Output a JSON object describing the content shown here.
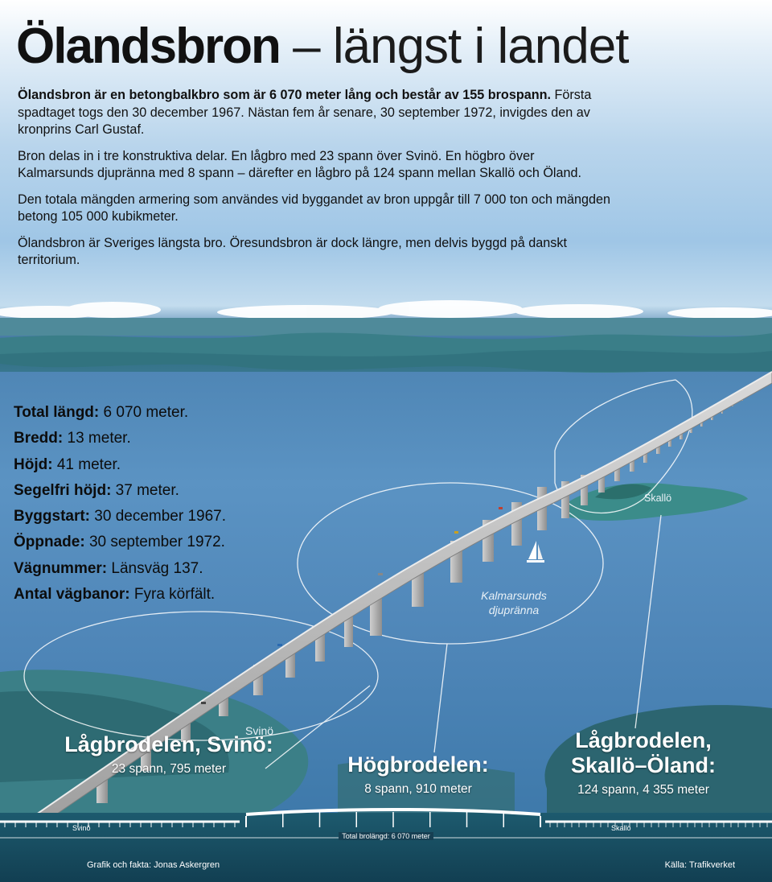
{
  "title": {
    "bold": "Ölandsbron",
    "rest": " – längst i landet"
  },
  "intro": {
    "p1_bold": "Ölandsbron är en betongbalkbro som är 6 070 meter lång och består av 155 brospann.",
    "p1_rest": " Första spadtaget togs den 30 december 1967. Nästan fem år senare, 30 september 1972, invigdes den av kronprins Carl Gustaf.",
    "p2": "Bron delas in i tre konstruktiva delar. En lågbro med 23 spann över Svinö. En högbro över Kalmarsunds djupränna med 8 spann – därefter en lågbro på 124 spann mellan Skallö och Öland.",
    "p3": "Den totala mängden armering som användes vid byggandet av bron uppgår till 7 000 ton och mängden betong 105 000 kubikmeter.",
    "p4": "Ölandsbron är Sveriges längsta bro. Öresundsbron är dock längre, men delvis byggd på danskt territorium."
  },
  "facts": [
    {
      "label": "Total längd:",
      "value": " 6 070 meter."
    },
    {
      "label": "Bredd:",
      "value": " 13 meter."
    },
    {
      "label": "Höjd:",
      "value": " 41 meter."
    },
    {
      "label": "Segelfri höjd:",
      "value": " 37 meter."
    },
    {
      "label": "Byggstart:",
      "value": " 30 december 1967."
    },
    {
      "label": "Öppnade:",
      "value": " 30 september 1972."
    },
    {
      "label": "Vägnummer:",
      "value": " Länsväg 137."
    },
    {
      "label": "Antal vägbanor:",
      "value": " Fyra körfält."
    }
  ],
  "map_labels": {
    "skallo": "Skallö",
    "kalmarsund": "Kalmarsunds djupränna",
    "svino": "Svinö"
  },
  "sections": [
    {
      "heading": "Lågbrodelen, Svinö:",
      "spans": "23 spann, 795 meter"
    },
    {
      "heading": "Högbrodelen:",
      "spans": "8 spann, 910 meter"
    },
    {
      "heading": "Lågbrodelen, Skallö–Öland:",
      "spans": "124 spann, 4 355 meter"
    }
  ],
  "profile": {
    "left": "Svinö",
    "center": "Total brolängd: 6 070 meter",
    "right": "Skallö"
  },
  "credits": {
    "left": "Grafik och fakta: Jonas Askergren",
    "right": "Källa: Trafikverket"
  },
  "colors": {
    "deck": "#b3b3b3",
    "pier": "#9a9a9a",
    "land": "#3f8a94",
    "water": "#5b93c3",
    "title": "#111111"
  }
}
